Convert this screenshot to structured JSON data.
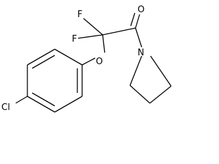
{
  "molecule": {
    "atoms": {
      "chlorine": "Cl",
      "ether_oxygen": "O",
      "carbonyl_oxygen": "O",
      "nitrogen": "N",
      "fluorine_upper": "F",
      "fluorine_lower": "F"
    },
    "colors": {
      "bond": "#000000",
      "label": "#000000",
      "background": "#ffffff"
    }
  }
}
